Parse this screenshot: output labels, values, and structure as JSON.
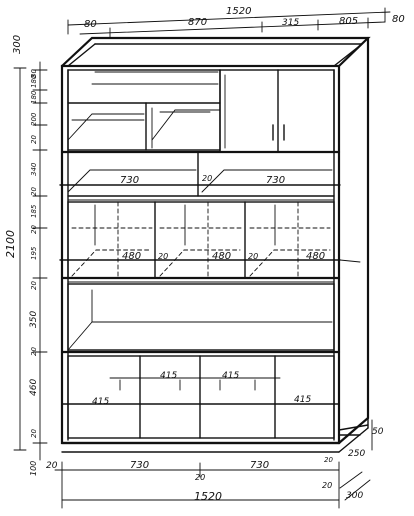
{
  "labels": {
    "top_total_width": "1520",
    "top_left_side": "80",
    "top_section_870": "870",
    "top_section_315": "315",
    "top_section_805": "805",
    "top_right_side": "80",
    "left_depth": "300",
    "left_total_height": "2100",
    "left_h_80": "80",
    "left_h_180a": "180",
    "left_h_180b": "180",
    "left_h_200": "200",
    "left_h_20a": "20",
    "left_h_340": "340",
    "left_h_20b": "20",
    "left_h_185": "185",
    "left_h_20c": "20",
    "left_h_195": "195",
    "left_h_20d": "20",
    "left_h_350": "350",
    "left_h_20e": "20",
    "left_h_460": "460",
    "left_h_20f": "20",
    "left_h_100": "100",
    "shelf_730_left": "730",
    "shelf_20_mid": "20",
    "shelf_730_right": "730",
    "drawer_480_a": "480",
    "drawer_20_a": "20",
    "drawer_480_b": "480",
    "drawer_20_b": "20",
    "drawer_480_c": "480",
    "door_415_a": "415",
    "door_415_b": "415",
    "door_415_c": "415",
    "door_415_d": "415",
    "bottom_20": "20",
    "bottom_730_left": "730",
    "bottom_20_mid": "20",
    "bottom_730_right": "730",
    "bottom_20_right": "20",
    "bottom_total_1520": "1520",
    "right_50": "50",
    "right_250": "250",
    "right_20": "20",
    "right_300": "300"
  }
}
